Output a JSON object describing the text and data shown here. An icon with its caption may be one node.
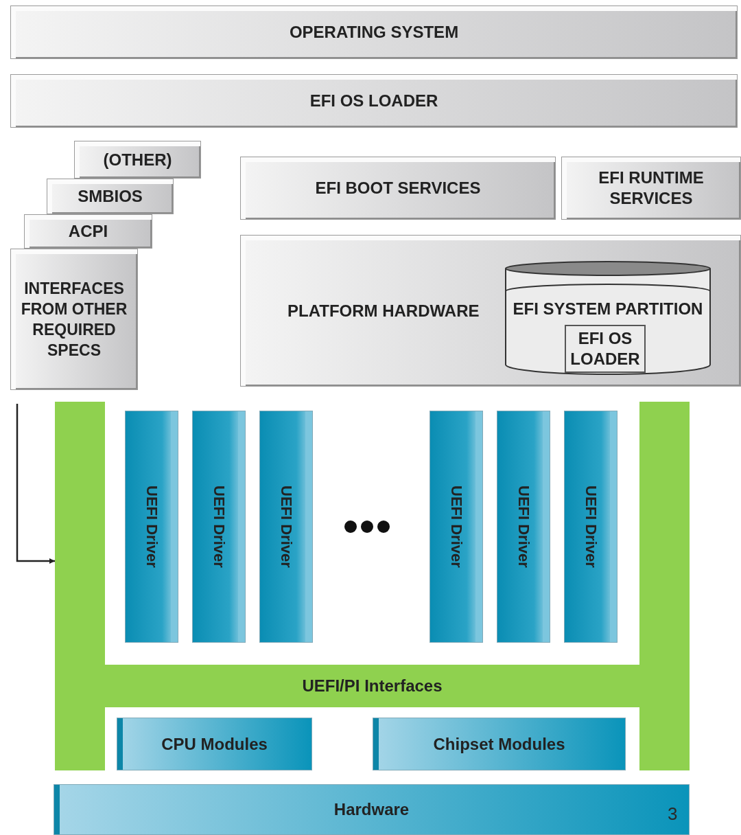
{
  "diagram": {
    "nodes": [
      {
        "text": [
          "OPERATING SYSTEM"
        ]
      },
      {
        "text": [
          "EFI OS LOADER"
        ]
      },
      {
        "text": [
          "(OTHER)"
        ]
      },
      {
        "text": [
          "SMBIOS"
        ]
      },
      {
        "text": [
          "ACPI"
        ]
      },
      {
        "text": [
          "INTERFACES FROM OTHER REQUIRED SPECS"
        ]
      },
      {
        "text": [
          "EFI BOOT SERVICES"
        ]
      },
      {
        "text": [
          "EFI RUNTIME SERVICES"
        ]
      },
      {
        "text": [
          "PLATFORM HARDWARE"
        ]
      },
      {
        "text": [
          "EFI SYSTEM PARTITION"
        ],
        "in": 8
      },
      {
        "text": [
          "EFI OS LOADER"
        ],
        "in": 9
      },
      {
        "text": [
          "UEFI/PI Interfaces"
        ]
      },
      {
        "text": [
          "UEFI Driver"
        ]
      },
      {
        "text": [
          "UEFI Driver"
        ]
      },
      {
        "text": [
          "UEFI Driver"
        ]
      },
      {
        "text": [
          "UEFI Driver"
        ]
      },
      {
        "text": [
          "UEFI Driver"
        ]
      },
      {
        "text": [
          "UEFI Driver"
        ]
      },
      {
        "text": [
          "CPU Modules"
        ]
      },
      {
        "text": [
          "Chipset Modules"
        ]
      },
      {
        "text": [
          "Hardware"
        ]
      }
    ],
    "edges": [
      {
        "from": 5,
        "to": 11,
        "arrow": "to"
      }
    ],
    "labels": [
      "3"
    ]
  }
}
